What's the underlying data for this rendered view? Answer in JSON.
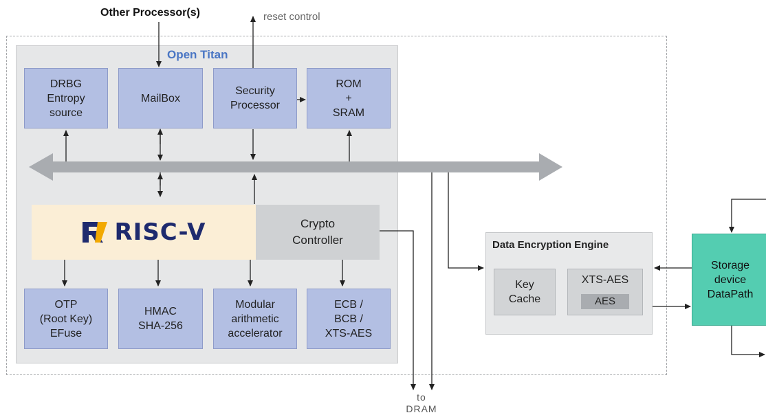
{
  "top_labels": {
    "other_processors": "Other Processor(s)",
    "reset_control": "reset control"
  },
  "open_titan": {
    "title": "Open Titan",
    "blocks": {
      "drbg": "DRBG\nEntropy\nsource",
      "mailbox": "MailBox",
      "security_processor": "Security\nProcessor",
      "rom_sram": "ROM\n+\nSRAM",
      "otp": "OTP\n(Root Key)\nEFuse",
      "hmac": "HMAC\nSHA-256",
      "modular": "Modular\narithmetic\naccelerator",
      "ecb": "ECB /\nBCB /\nXTS-AES"
    },
    "riscv_logo": "RISC-V",
    "crypto_controller": "Crypto\nController"
  },
  "dee": {
    "title": "Data Encryption Engine",
    "key_cache": "Key\nCache",
    "xts_aes": "XTS-AES",
    "aes": "AES"
  },
  "storage": "Storage\ndevice\nDataPath",
  "to_dram": "to\nDRAM",
  "colors": {
    "block_fill": "#b3bfe3",
    "bus": "#a9acb0",
    "open_titan_bg": "#e6e7e8",
    "riscv_bg": "#fbeed6",
    "storage_fill": "#54cdb1",
    "title_blue": "#4a76c4",
    "riscv_navy": "#1e2a6e",
    "riscv_gold": "#f2a900"
  }
}
